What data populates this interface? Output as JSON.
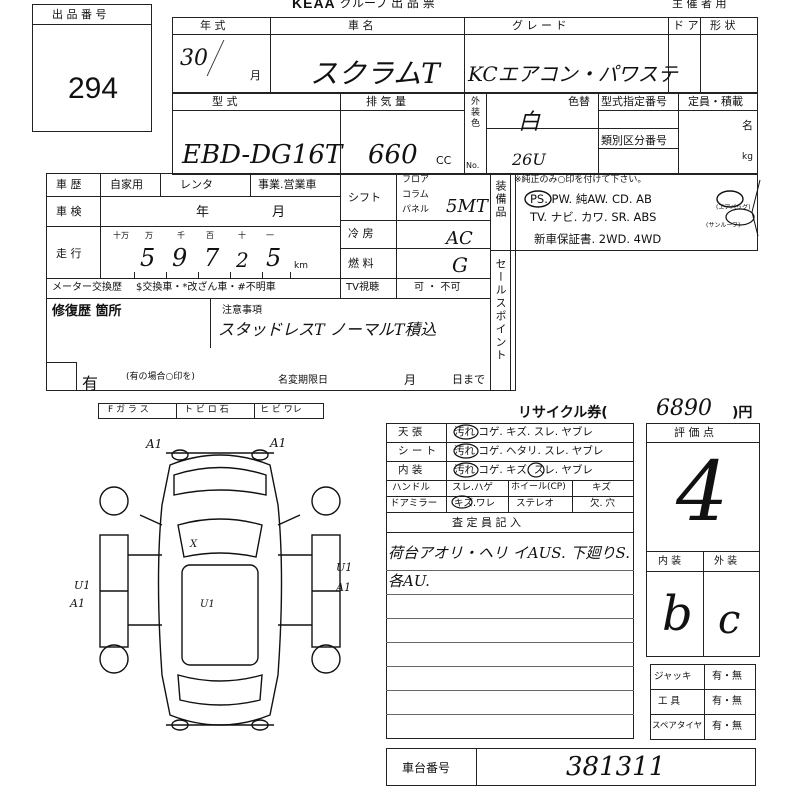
{
  "header": {
    "lot_label": "出 品 番 号",
    "lot_number": "294",
    "brand": "KEAA",
    "title_suffix": "グループ 出 品 票",
    "organizer_label": "主 催 者 用"
  },
  "row1": {
    "year_label": "年 式",
    "year_value": "30",
    "month_unit": "月",
    "model_label": "車 名",
    "model_value": "スクラムT",
    "grade_label": "グ レ ー ド",
    "grade_value": "KCエアコン・パワステ",
    "door_label": "ド ア",
    "body_label": "形 状"
  },
  "row2": {
    "type_label": "型 式",
    "type_value": "EBD-DG16T",
    "disp_label": "排 気 量",
    "disp_value": "660",
    "cc_unit": "CC",
    "ext_color_label": "外装色",
    "ext_color_no": "No.",
    "color_change_label": "色替",
    "color_value": "白",
    "color_no_value": "26U",
    "spec_no_label": "型式指定番号",
    "class_no_label": "類別区分番号",
    "capacity_label": "定員・積載",
    "capacity_unit1": "名",
    "capacity_unit2": "kg"
  },
  "history": {
    "label": "車 歴",
    "opt1": "自家用",
    "opt2": "レンタ",
    "opt3": "事業.営業車"
  },
  "inspection": {
    "label": "車 検",
    "year": "年",
    "month": "月"
  },
  "mileage": {
    "label": "走 行",
    "units": [
      "十万",
      "万",
      "千",
      "百",
      "十",
      "一"
    ],
    "digits": [
      "",
      "5",
      "9",
      "7",
      "2",
      "5"
    ],
    "km": "km"
  },
  "meter": {
    "label": "メーター交換歴",
    "opts": "$交換車・*改ざん車・#不明車"
  },
  "transmission": {
    "shift_label": "シフト",
    "floor": "フロア",
    "column": "コラム",
    "panel": "パネル",
    "value": "5MT",
    "ac_label": "冷 房",
    "ac_value": "AC",
    "fuel_label": "燃 料",
    "fuel_value": "G",
    "tv_label": "TV視聴",
    "tv_value": "可 ・ 不可"
  },
  "equipment": {
    "side_label": "装備品",
    "note": "※純正のみ○印を付けて下さい。",
    "line1": "PS. PW. 純AW. CD. AB",
    "ab_sub": "(エアバッグ)",
    "line2": "TV. ナビ. カワ. SR. ABS",
    "sr_sub": "(サンルーフ)",
    "line3": "新車保証書. 2WD. 4WD"
  },
  "sales_point_label": "セールスポイント",
  "repair": {
    "label": "修復歴 箇所",
    "value": "有",
    "note": "(有の場合○印を)",
    "caution_label": "注意事項",
    "caution_value": "スタッドレスT ノーマルT積込",
    "rename_label": "名変期限日",
    "month": "月",
    "day_until": "日まで"
  },
  "glass": {
    "f_glass": "F ガ ラ ス",
    "tobi": "ト ビ ロ 石",
    "hibi": "ヒ ビ ワレ"
  },
  "diagram": {
    "marks": [
      "A1",
      "A1",
      "X",
      "U1",
      "U1",
      "A1",
      "U1",
      "A1"
    ]
  },
  "recycle": {
    "label": "リサイクル券(",
    "value": "6890",
    "unit": ")円"
  },
  "interior": {
    "rows": [
      {
        "label": "天 張",
        "value": "汚れ コゲ. キズ. スレ. ヤブレ"
      },
      {
        "label": "シ ー ト",
        "value": "汚れ コゲ. ヘタリ. スレ. ヤブレ"
      },
      {
        "label": "内 装",
        "value": "汚れ コゲ. キズ. スレ. ヤブレ"
      }
    ],
    "handle_label": "ハンドル",
    "handle_value": "スレ.ハゲ",
    "wheel_label": "ホイール(CP)",
    "wheel_value": "キズ",
    "mirror_label": "ドアミラー",
    "mirror_value": "キズ.ワレ",
    "stereo_label": "ステレオ",
    "stereo_value": "欠. 穴"
  },
  "inspector": {
    "label": "査 定 員 記 入",
    "line1": "荷台アオリ・ヘリ イAUS. 下廻りS.",
    "line2": "各AU."
  },
  "score": {
    "label": "評 価 点",
    "value": "4",
    "interior_label": "内 装",
    "exterior_label": "外 装",
    "interior_value": "b",
    "exterior_value": "c"
  },
  "tools": {
    "rows": [
      {
        "label": "ジャッキ",
        "value": "有・無"
      },
      {
        "label": "工 具",
        "value": "有・無"
      },
      {
        "label": "スペアタイヤ",
        "value": "有・無"
      }
    ]
  },
  "chassis": {
    "label": "車台番号",
    "value": "381311"
  }
}
